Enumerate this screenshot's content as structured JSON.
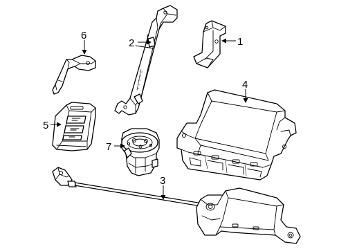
{
  "callouts": [
    {
      "id": "1",
      "label": "1"
    },
    {
      "id": "2",
      "label": "2"
    },
    {
      "id": "3",
      "label": "3"
    },
    {
      "id": "4",
      "label": "4"
    },
    {
      "id": "5",
      "label": "5"
    },
    {
      "id": "6",
      "label": "6"
    },
    {
      "id": "7",
      "label": "7"
    }
  ],
  "parts": [
    {
      "callout": "1",
      "icon": "bracket-icon"
    },
    {
      "callout": "2",
      "icon": "antenna-bar-icon"
    },
    {
      "callout": "3",
      "icon": "antenna-cable-module-icon"
    },
    {
      "callout": "4",
      "icon": "control-module-icon"
    },
    {
      "callout": "5",
      "icon": "key-fob-transmitter-icon"
    },
    {
      "callout": "6",
      "icon": "emergency-key-blade-icon"
    },
    {
      "callout": "7",
      "icon": "ignition-switch-icon"
    }
  ]
}
